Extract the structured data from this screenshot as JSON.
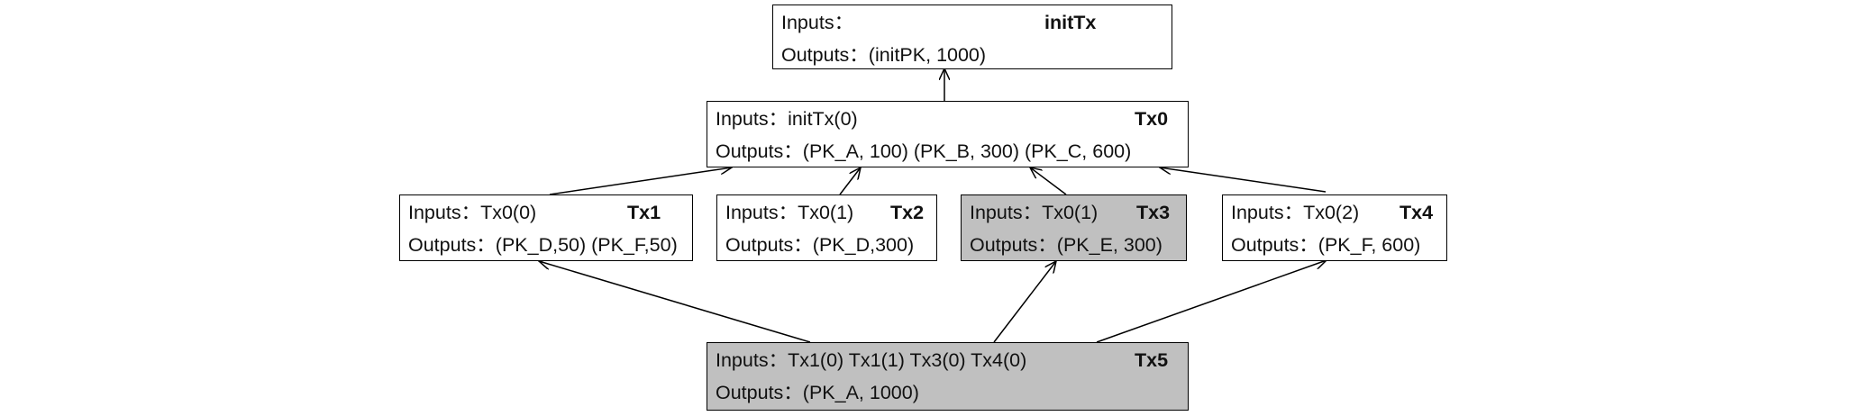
{
  "diagram": {
    "colors": {
      "line": "#000000",
      "box": "#ffffff",
      "shaded": "#c0c0c0"
    },
    "nodes": [
      {
        "id": "initTx",
        "name": "initTx",
        "inputs": "Inputs：",
        "outputs": "Outputs：(initPK, 1000)",
        "shaded": false
      },
      {
        "id": "tx0",
        "name": "Tx0",
        "inputs": "Inputs：initTx(0)",
        "outputs": "Outputs：(PK_A, 100) (PK_B, 300) (PK_C, 600)",
        "shaded": false
      },
      {
        "id": "tx1",
        "name": "Tx1",
        "inputs": "Inputs：Tx0(0)",
        "outputs": "Outputs：(PK_D,50) (PK_F,50)",
        "shaded": false
      },
      {
        "id": "tx2",
        "name": "Tx2",
        "inputs": "Inputs：Tx0(1)",
        "outputs": "Outputs：(PK_D,300)",
        "shaded": false
      },
      {
        "id": "tx3",
        "name": "Tx3",
        "inputs": "Inputs：Tx0(1)",
        "outputs": "Outputs：(PK_E, 300)",
        "shaded": true
      },
      {
        "id": "tx4",
        "name": "Tx4",
        "inputs": "Inputs：Tx0(2)",
        "outputs": "Outputs：(PK_F, 600)",
        "shaded": false
      },
      {
        "id": "tx5",
        "name": "Tx5",
        "inputs": "Inputs：Tx1(0) Tx1(1) Tx3(0) Tx4(0)",
        "outputs": "Outputs：(PK_A, 1000)",
        "shaded": true
      }
    ],
    "edges": [
      {
        "from": "tx0",
        "to": "initTx"
      },
      {
        "from": "tx1",
        "to": "tx0"
      },
      {
        "from": "tx2",
        "to": "tx0"
      },
      {
        "from": "tx3",
        "to": "tx0"
      },
      {
        "from": "tx4",
        "to": "tx0"
      },
      {
        "from": "tx5",
        "to": "tx1"
      },
      {
        "from": "tx5",
        "to": "tx3"
      },
      {
        "from": "tx5",
        "to": "tx4"
      }
    ]
  }
}
